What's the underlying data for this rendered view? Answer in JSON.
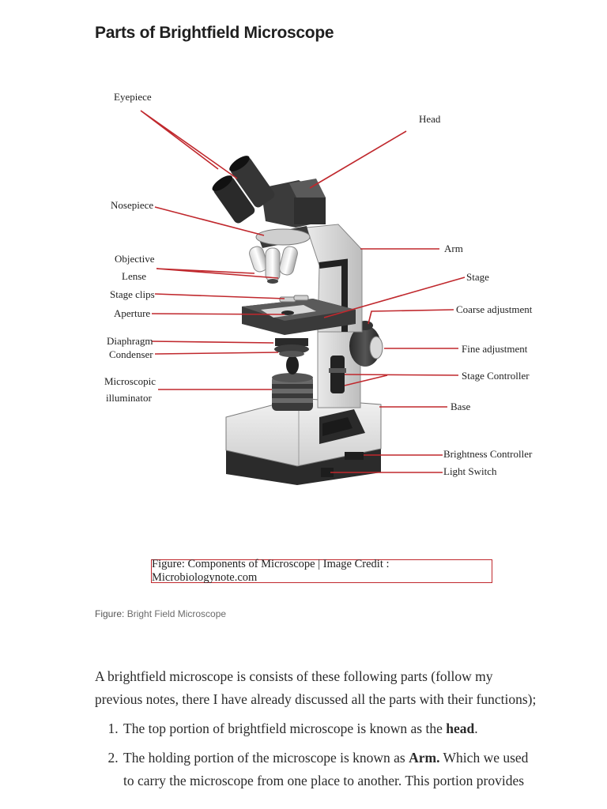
{
  "article": {
    "title": "Parts of Brightfield Microscope"
  },
  "diagram": {
    "labels": {
      "eyepiece": "Eyepiece",
      "head": "Head",
      "nosepiece": "Nosepiece",
      "objective_1": "Objective",
      "objective_2": "Lense",
      "arm": "Arm",
      "stage": "Stage",
      "stage_clips": "Stage clips",
      "aperture": "Aperture",
      "coarse": "Coarse adjustment",
      "diaphragm": "Diaphragm",
      "condenser": "Condenser",
      "fine": "Fine adjustment",
      "illuminator_1": "Microscopic",
      "illuminator_2": "illuminator",
      "stage_controller": "Stage Controller",
      "base": "Base",
      "brightness": "Brightness Controller",
      "light_switch": "Light Switch"
    },
    "credit": "Figure: Components of Microscope | Image Credit : Microbiologynote.com",
    "leader_color": "#c0282d"
  },
  "caption": {
    "prefix": "Figure:",
    "text": " Bright Field Microscope"
  },
  "body": {
    "intro": "A brightfield microscope is consists of these following parts (follow my previous notes, there I have already discussed all the parts with their functions);",
    "items": [
      {
        "before": "The top portion of brightfield microscope is known as the ",
        "bold": "head",
        "after": "."
      },
      {
        "before": "The holding portion of the microscope is known as ",
        "bold": "Arm.",
        "after": " Which we used to carry the microscope from one place to another. This portion provides"
      }
    ]
  }
}
